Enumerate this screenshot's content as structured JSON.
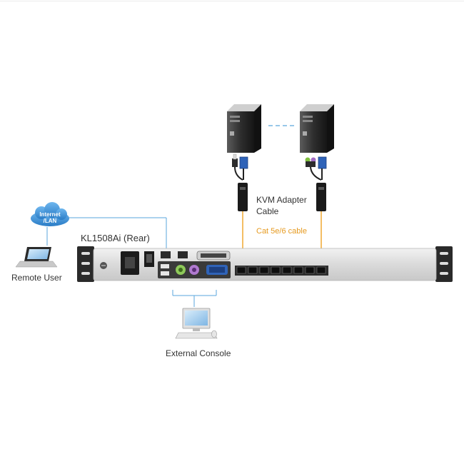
{
  "labels": {
    "device": "KL1508Ai (Rear)",
    "kvm_adapter_line1": "KVM Adapter",
    "kvm_adapter_line2": "Cable",
    "cable": "Cat 5e/6 cable",
    "remote_user": "Remote User",
    "external_console": "External Console",
    "cloud_line1": "Internet",
    "cloud_line2": "/LAN"
  },
  "colors": {
    "cable_orange": "#f0a830",
    "network_blue": "#5aa6dc",
    "cloud_blue": "#3a8fd8",
    "rack_grey": "#e2e2e2"
  },
  "components": {
    "servers": [
      "server-tower-icon",
      "server-tower-icon"
    ],
    "remote_device": "laptop-icon",
    "console_device": "monitor-keyboard-mouse-icon",
    "rj45_port_count": 8
  }
}
